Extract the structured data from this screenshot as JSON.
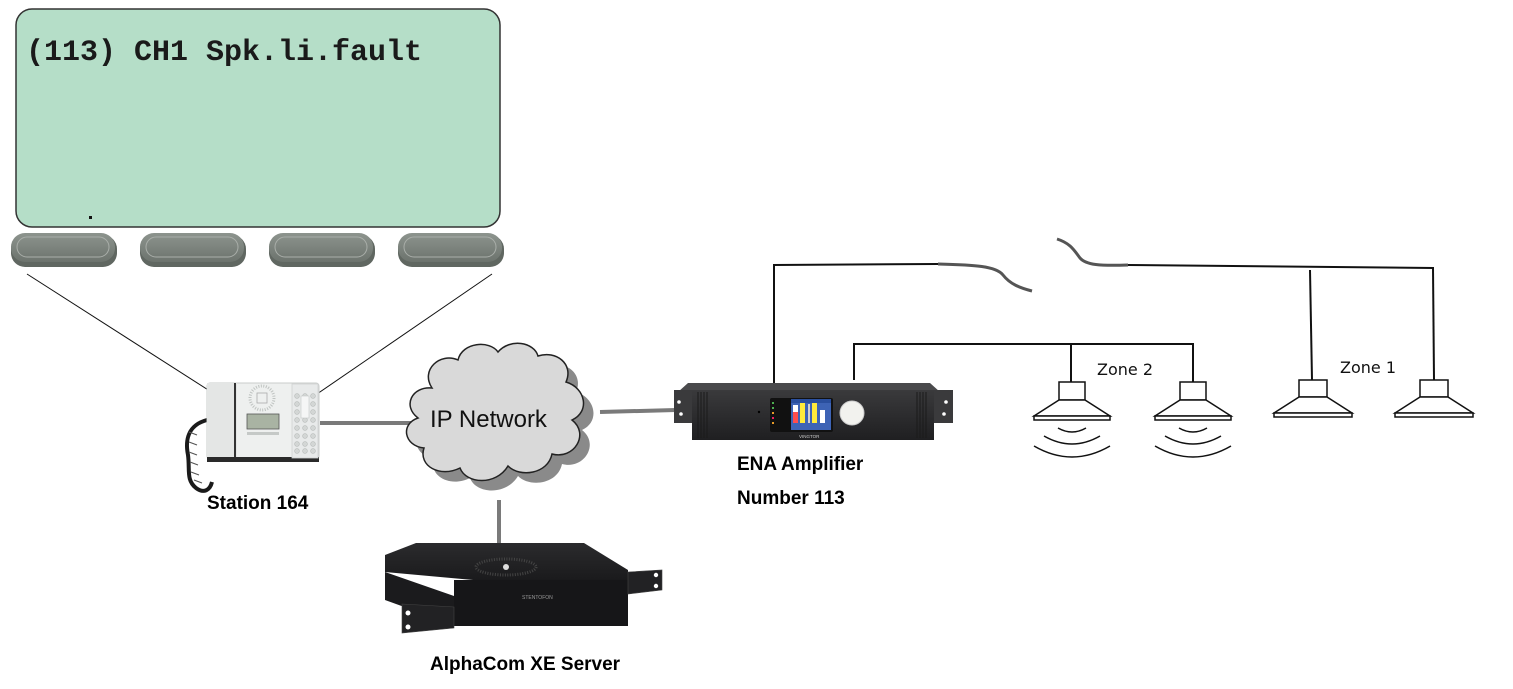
{
  "display": {
    "message": "(113) CH1 Spk.li.fault",
    "background_color": "#b5dec8",
    "softkeys": [
      "",
      "",
      "",
      ""
    ]
  },
  "devices": {
    "station": {
      "label": "Station 164"
    },
    "network": {
      "label": "IP Network"
    },
    "server": {
      "label": "AlphaCom XE Server",
      "front_brand": "STENTOFON"
    },
    "amplifier": {
      "label_line1": "ENA Amplifier",
      "label_line2": "Number 113",
      "front_brand": "VINGTOR"
    }
  },
  "zones": [
    {
      "label": "Zone 2",
      "speakers": 2,
      "active": true
    },
    {
      "label": "Zone 1",
      "speakers": 2,
      "active": false
    }
  ],
  "line_fault": {
    "description": "broken speaker line to Zone 1"
  }
}
